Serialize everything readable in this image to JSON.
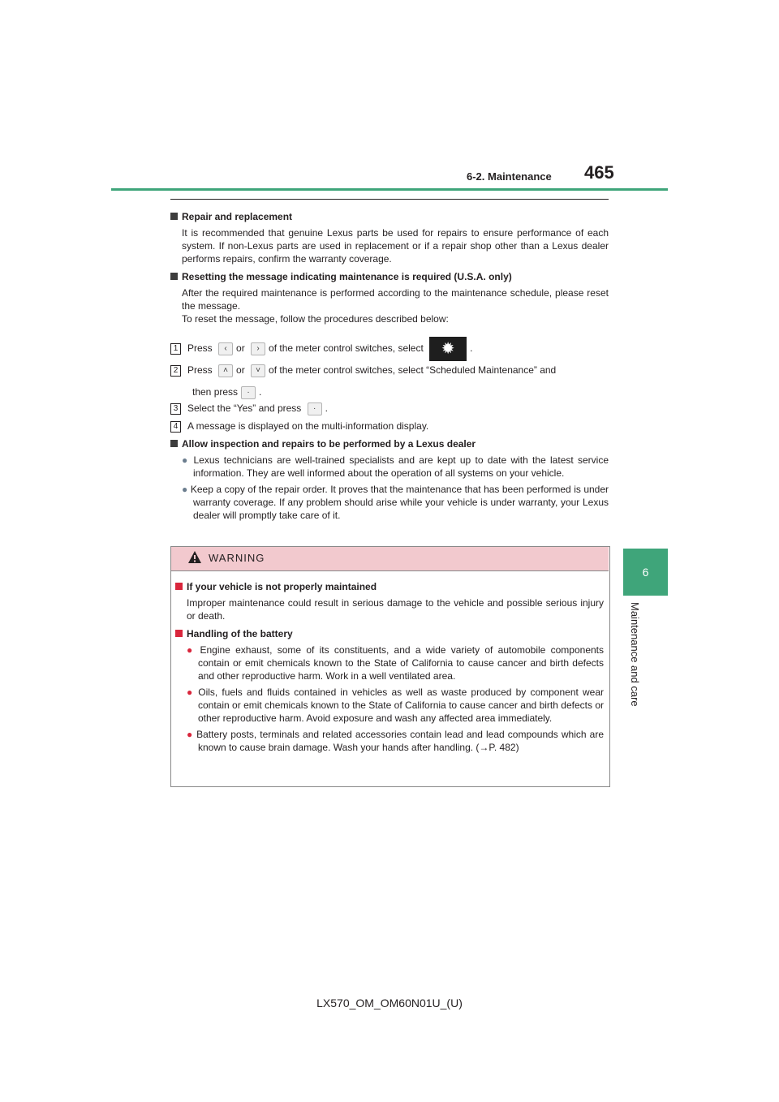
{
  "header": {
    "section": "6-2. Maintenance",
    "page_number": "465"
  },
  "side_tab": {
    "number": "6",
    "label": "Maintenance and care"
  },
  "repair": {
    "heading": "Repair and replacement",
    "text": "It is recommended that genuine Lexus parts be used for repairs to ensure performance of each system. If non-Lexus parts are used in replacement or if a repair shop other than a Lexus dealer performs repairs, confirm the warranty coverage."
  },
  "reset": {
    "heading": "Resetting the message indicating maintenance is required (U.S.A. only)",
    "text1": "After the required maintenance is performed according to the maintenance schedule, please reset the message.",
    "text2": "To reset the message, follow the procedures described below:",
    "steps": [
      {
        "num": "1",
        "a": "Press",
        "b": "or",
        "c": "of the meter control switches, select",
        "d": "."
      },
      {
        "num": "2",
        "a": "Press",
        "b": "or",
        "c": "of the meter control switches, select “Scheduled Maintenance” and",
        "d": "then press",
        "e": "."
      },
      {
        "num": "3",
        "a": "Select the “Yes” and press",
        "d": "."
      },
      {
        "num": "4",
        "a": "A message is displayed on the multi-information display."
      }
    ]
  },
  "allow": {
    "heading": "Allow inspection and repairs to be performed by a Lexus dealer",
    "bullets": [
      "Lexus technicians are well-trained specialists and are kept up to date with the latest service information. They are well informed about the operation of all systems on your vehicle.",
      "Keep a copy of the repair order. It proves that the maintenance that has been performed is under warranty coverage. If any problem should arise while your vehicle is under warranty, your Lexus dealer will promptly take care of it."
    ]
  },
  "warning": {
    "title": "WARNING",
    "s1_heading": "If your vehicle is not properly maintained",
    "s1_text": "Improper maintenance could result in serious damage to the vehicle and possible serious injury or death.",
    "s2_heading": "Handling of the battery",
    "bullets": [
      "Engine exhaust, some of its constituents, and a wide variety of automobile components contain or emit chemicals known to the State of California to cause cancer and birth defects and other reproductive harm. Work in a well ventilated area.",
      "Oils, fuels and fluids contained in vehicles as well as waste produced by component wear contain or emit chemicals known to the State of California to cause cancer and birth defects or other reproductive harm. Avoid exposure and wash any affected area immediately.",
      "Battery posts, terminals and related accessories contain lead and lead compounds which are known to cause brain damage. Wash your hands after handling. (→P. 482)"
    ]
  },
  "footer": {
    "code": "LX570_OM_OM60N01U_(U)"
  },
  "icons": {
    "gear": "settings-gear-icon",
    "left": "chevron-left-icon",
    "right": "chevron-right-icon",
    "up": "chevron-up-icon",
    "down": "chevron-down-icon",
    "enter": "enter-key-icon"
  },
  "colors": {
    "accent": "#3fa57a",
    "warning_band": "#f2c9ce",
    "warning_marker": "#d9263c"
  }
}
